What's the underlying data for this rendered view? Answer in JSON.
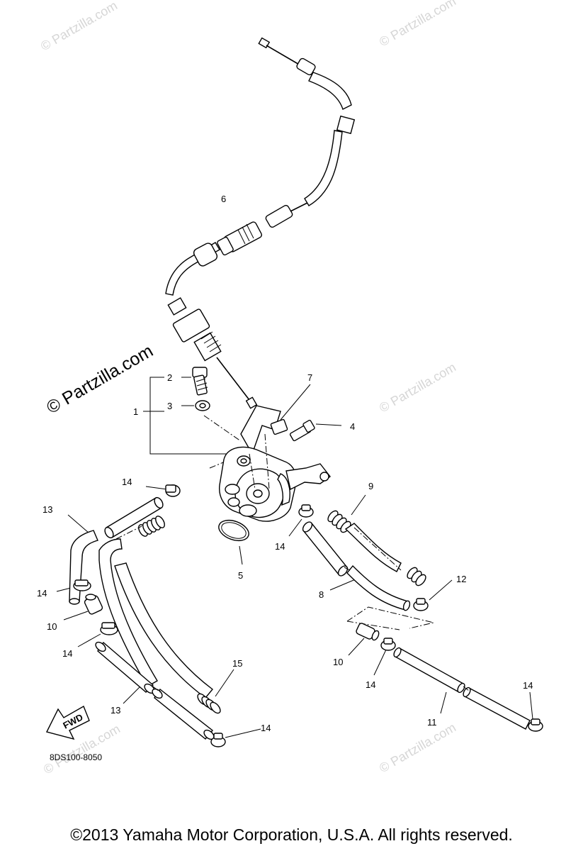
{
  "diagram": {
    "callouts": {
      "c1": "1",
      "c2": "2",
      "c3": "3",
      "c4": "4",
      "c5": "5",
      "c6": "6",
      "c7": "7",
      "c8": "8",
      "c9": "9",
      "c10a": "10",
      "c10b": "10",
      "c11": "11",
      "c12": "12",
      "c13a": "13",
      "c13b": "13",
      "c14a": "14",
      "c14b": "14",
      "c14c": "14",
      "c14d": "14",
      "c14e": "14",
      "c14f": "14",
      "c14g": "14",
      "c15": "15"
    },
    "fwd_label": "FWD",
    "diagram_code": "8DS100-8050",
    "watermark_main": "© Partzilla.com",
    "watermark_faint": "© Partzilla.com",
    "copyright": "©2013  Yamaha Motor Corporation, U.S.A. All rights reserved."
  }
}
